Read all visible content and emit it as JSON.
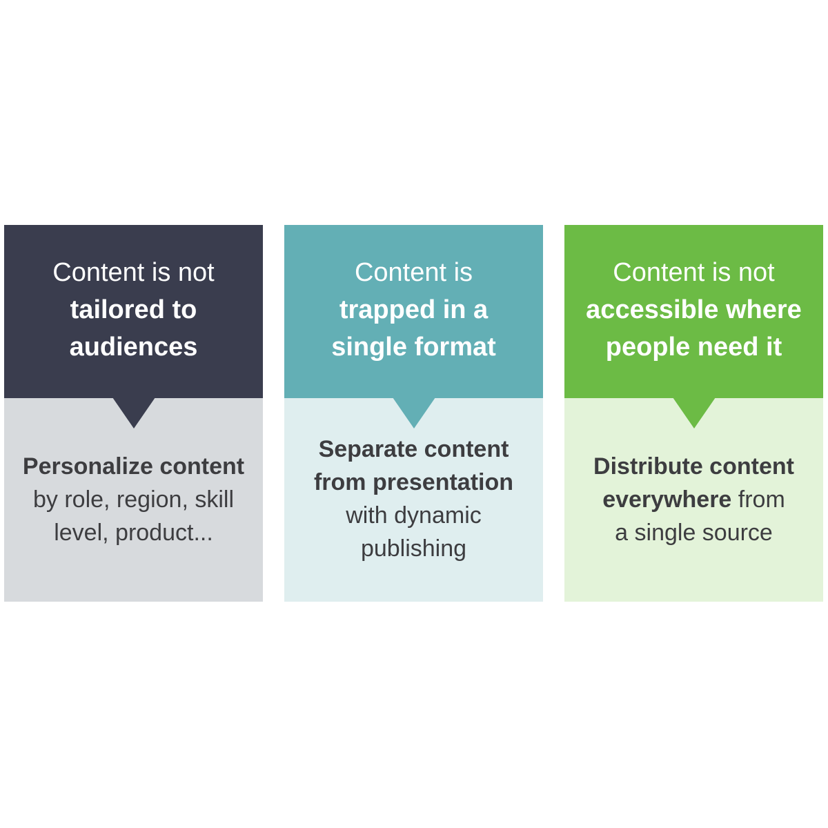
{
  "cards": [
    {
      "header": {
        "line1": "Content is not",
        "line2": "tailored to",
        "line3": "audiences"
      },
      "body": {
        "bold_line1": "Personalize content",
        "line2": "by role, region, skill",
        "line3": "level, product..."
      },
      "colors": {
        "header": "#3a3d4e",
        "body": "#d7dadd"
      }
    },
    {
      "header": {
        "line1": "Content is",
        "line2": "trapped in a",
        "line3": "single format"
      },
      "body": {
        "bold_line1": "Separate content",
        "bold_line2": "from presentation",
        "line3": "with dynamic",
        "line4": "publishing"
      },
      "colors": {
        "header": "#63afb5",
        "body": "#dfeeef"
      }
    },
    {
      "header": {
        "line1": "Content is not",
        "line2": "accessible where",
        "line3": "people need it"
      },
      "body": {
        "bold_line1": "Distribute content",
        "bold_line2": "everywhere",
        "line2_rest": " from",
        "line3": "a single source"
      },
      "colors": {
        "header": "#6cbb45",
        "body": "#e3f3d9"
      }
    }
  ]
}
